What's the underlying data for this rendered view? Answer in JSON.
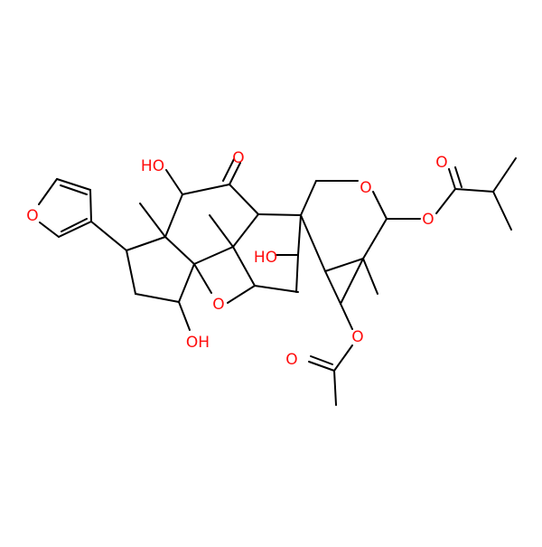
{
  "colors": {
    "bond": "#000000",
    "oxygen": "#ff0d0d",
    "background": "#ffffff"
  },
  "atom_labels": {
    "furan_o": "O",
    "ho_top": "HO",
    "ketone_o": "O",
    "ring_o_top": "O",
    "ester_carbonyl_o": "O",
    "ester_o": "O",
    "ho_bridge": "HO",
    "ether_o": "O",
    "oh_bottom": "OH",
    "acetate_o": "O",
    "acetate_carbonyl_o": "O"
  }
}
